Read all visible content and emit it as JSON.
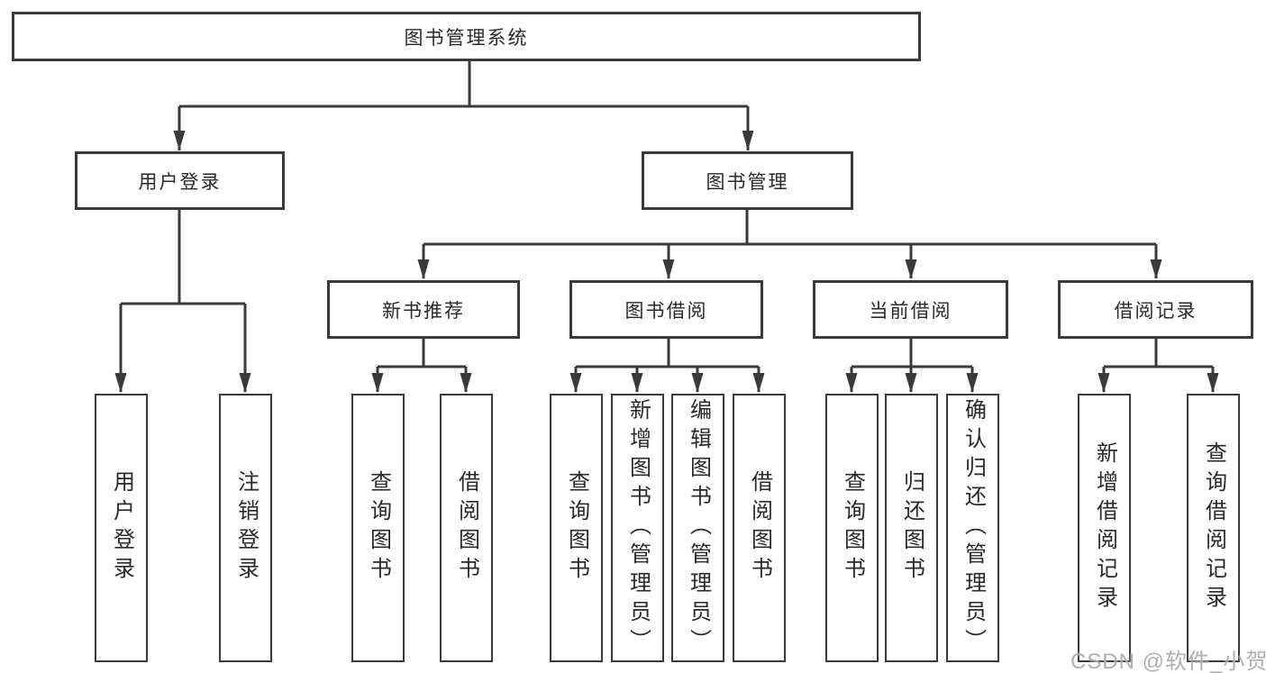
{
  "nodes": {
    "root": {
      "label": "图书管理系统"
    },
    "user_login": {
      "label": "用户登录"
    },
    "book_management": {
      "label": "图书管理"
    },
    "new_book_recommend": {
      "label": "新书推荐"
    },
    "book_borrowing": {
      "label": "图书借阅"
    },
    "current_borrowing": {
      "label": "当前借阅"
    },
    "borrowing_records": {
      "label": "借阅记录"
    },
    "leaf_user_login": {
      "label": "用户登录"
    },
    "leaf_logout_login": {
      "label": "注销登录"
    },
    "leaf_query_books_recommend": {
      "label": "查询图书"
    },
    "leaf_borrow_books_recommend": {
      "label": "借阅图书"
    },
    "leaf_query_books_borrowing": {
      "label": "查询图书"
    },
    "leaf_add_books_admin": {
      "label": "新增图书（管理员）"
    },
    "leaf_edit_books_admin": {
      "label": "编辑图书（管理员）"
    },
    "leaf_borrow_books_borrowing": {
      "label": "借阅图书"
    },
    "leaf_query_books_current": {
      "label": "查询图书"
    },
    "leaf_return_books": {
      "label": "归还图书"
    },
    "leaf_confirm_return_admin": {
      "label": "确认归还（管理员）"
    },
    "leaf_add_borrow_record": {
      "label": "新增借阅记录"
    },
    "leaf_query_borrow_record": {
      "label": "查询借阅记录"
    }
  },
  "watermark": {
    "text": "CSDN @软件_小贺同学"
  },
  "colors": {
    "line": "#3a3a3a",
    "text": "#2a2a2a",
    "background": "#ffffff",
    "watermark": "#9e9e9e"
  }
}
